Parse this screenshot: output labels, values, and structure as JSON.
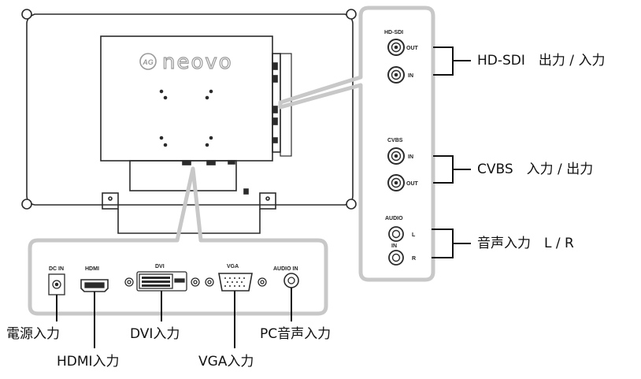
{
  "panel_labels": {
    "dc_in": "DC IN",
    "hdmi": "HDMI",
    "dvi": "DVI",
    "vga": "VGA",
    "audio_in": "AUDIO IN",
    "hd_sdi": "HD-SDI",
    "out": "OUT",
    "in": "IN",
    "cvbs": "CVBS",
    "audio": "AUDIO",
    "l": "L",
    "r": "R"
  },
  "brand": {
    "logo_text": "neovo",
    "badge_text": "AG"
  },
  "callouts": {
    "hd_sdi": "HD-SDI　出力 / 入力",
    "cvbs": "CVBS　入力 / 出力",
    "audio_lr": "音声入力　L / R",
    "power": "電源入力",
    "hdmi": "HDMI入力",
    "dvi": "DVI入力",
    "vga": "VGA入力",
    "pc_audio": "PC音声入力"
  },
  "colors": {
    "outline": "#2b2b2b",
    "panel_gray": "#c8c8c8"
  }
}
